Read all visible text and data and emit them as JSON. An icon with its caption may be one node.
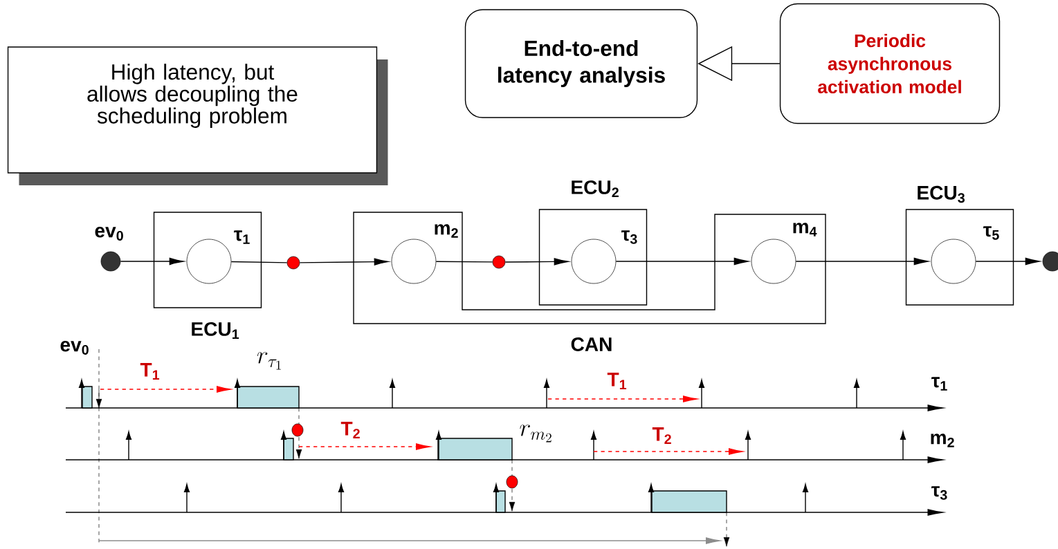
{
  "diagram": {
    "nodes": [
      {
        "text": [
          "High latency, but allows decoupling the scheduling problem"
        ]
      },
      {
        "text": [
          "End-to-end latency analysis"
        ]
      },
      {
        "text": [
          "Periodic asynchronous activation model"
        ]
      },
      {
        "text": [],
        "shape": "circle",
        "beside": [
          "ev$_{0}$"
        ]
      },
      {
        "text": [
          "ECU$_{1}$"
        ]
      },
      {
        "text": [],
        "shape": "circle",
        "in": 4,
        "beside": [
          "τ$_{1}$"
        ]
      },
      {
        "text": [],
        "shape": "circle"
      },
      {
        "text": [
          "CAN"
        ]
      },
      {
        "text": [],
        "shape": "circle",
        "in": 7,
        "beside": [
          "m$_{2}$"
        ]
      },
      {
        "text": [],
        "shape": "circle"
      },
      {
        "text": [
          "ECU$_{2}$"
        ]
      },
      {
        "text": [],
        "shape": "circle",
        "in": 10,
        "beside": [
          "τ$_{3}$"
        ]
      },
      {
        "text": [],
        "shape": "circle",
        "in": 7,
        "beside": [
          "m$_{4}$"
        ]
      },
      {
        "text": [
          "ECU$_{3}$"
        ]
      },
      {
        "text": [],
        "shape": "circle",
        "in": 13,
        "beside": [
          "τ$_{5}$"
        ]
      },
      {
        "text": [],
        "shape": "circle"
      }
    ],
    "edges": [
      {
        "from": 2,
        "to": 1,
        "arrow": "to"
      },
      {
        "from": 3,
        "to": 5,
        "arrow": "to"
      },
      {
        "from": 5,
        "to": 6,
        "arrow": "none"
      },
      {
        "from": 6,
        "to": 8,
        "arrow": "to"
      },
      {
        "from": 8,
        "to": 9,
        "arrow": "none"
      },
      {
        "from": 9,
        "to": 11,
        "arrow": "to"
      },
      {
        "from": 11,
        "to": 12,
        "arrow": "to"
      },
      {
        "from": 12,
        "to": 14,
        "arrow": "to"
      },
      {
        "from": 14,
        "to": 15,
        "arrow": "to"
      }
    ],
    "labels": [
      "ev$_{0}$",
      "T$_{1}$",
      "r_{\\tau_1}",
      "T$_{1}$",
      "τ$_{1}$",
      "T$_{2}$",
      "r_{m_2}",
      "T$_{2}$",
      "m$_{2}$",
      "τ$_{3}$"
    ]
  }
}
